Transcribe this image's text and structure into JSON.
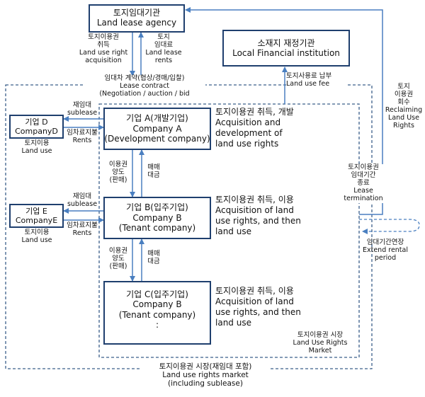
{
  "agency": {
    "ko": "토지임대기관",
    "en": "Land lease agency"
  },
  "financial": {
    "ko": "소재지 재정기관",
    "en": "Local Financial institution"
  },
  "company_a": {
    "ko": "기업 A(개발기업)",
    "en": "Company A",
    "role": "(Development company)"
  },
  "company_b": {
    "ko": "기업 B(입주기업)",
    "en": "Company B",
    "role": "(Tenant company)"
  },
  "company_c": {
    "ko": "기업 C(입주기업)",
    "en": "Company B",
    "role": "(Tenant company)",
    "more": ":"
  },
  "company_d": {
    "ko": "기업 D",
    "en": "CompanyD"
  },
  "company_e": {
    "ko": "기업 E",
    "en": "CompanyE"
  },
  "flows": {
    "acq": {
      "l1": "토지이용권",
      "l2": "취득",
      "l3": "Land use right",
      "l4": "acquisition"
    },
    "rent": {
      "l1": "토지",
      "l2": "임대료",
      "l3": "Land lease",
      "l4": "rents"
    },
    "contract": {
      "l1": "임대차 계약(협상/경매/입찰)",
      "l2": "Lease contract",
      "l3": "(Negotiation / auction / bid"
    },
    "fee": {
      "l1": "토지사용료 납부",
      "l2": "Land use fee"
    },
    "reclaim": {
      "l1": "토지",
      "l2": "이용권",
      "l3": "회수",
      "l4": "Reclaiming",
      "l5": "Land Use",
      "l6": "Rights"
    },
    "termination": {
      "l1": "토지이용권",
      "l2": "임대기간",
      "l3": "종료",
      "l4": "Lease",
      "l5": "termination"
    },
    "extend": {
      "l1": "임대기간연장",
      "l2": "Extend rental",
      "l3": "period"
    },
    "sublease_d": {
      "l1": "재임대",
      "l2": "sublease"
    },
    "landuse_d": {
      "l1": "토지이용",
      "l2": "Land use"
    },
    "rents_d": {
      "l1": "임차료지불",
      "l2": "Rents"
    },
    "sublease_e": {
      "l1": "재임대",
      "l2": "sublease"
    },
    "landuse_e": {
      "l1": "토지이용",
      "l2": "Land use"
    },
    "rents_e": {
      "l1": "임차료지불",
      "l2": "Rents"
    },
    "transfer_ab": {
      "l1": "이용권",
      "l2": "양도",
      "l3": "(판매)"
    },
    "trade_ab": {
      "l1": "매매",
      "l2": "대금"
    },
    "transfer_bc": {
      "l1": "이용권",
      "l2": "양도",
      "l3": "(판매)"
    },
    "trade_bc": {
      "l1": "매매",
      "l2": "대금"
    }
  },
  "descriptions": {
    "a": {
      "l1": "토지이용권 취득, 개발",
      "l2": "Acquisition and",
      "l3": "development of",
      "l4": "land use rights"
    },
    "b": {
      "l1": "토지이용권 취득, 이용",
      "l2": "Acquisition of land",
      "l3": "use rights, and then",
      "l4": "land use"
    },
    "c": {
      "l1": "토지이용권 취득, 이용",
      "l2": "Acquisition of land",
      "l3": "use rights, and then",
      "l4": "land use"
    }
  },
  "markets": {
    "inner": {
      "l1": "토지이용권 시장",
      "l2": "Land Use  Rights",
      "l3": "Market"
    },
    "outer": {
      "l1": "토지이용권 시장(재임대 포함)",
      "l2": "Land use rights market",
      "l3": "(including sublease)"
    }
  },
  "colors": {
    "box_border": "#1f3f6e",
    "arrow": "#4a7fc0",
    "market_line": "#3b5f8a"
  }
}
